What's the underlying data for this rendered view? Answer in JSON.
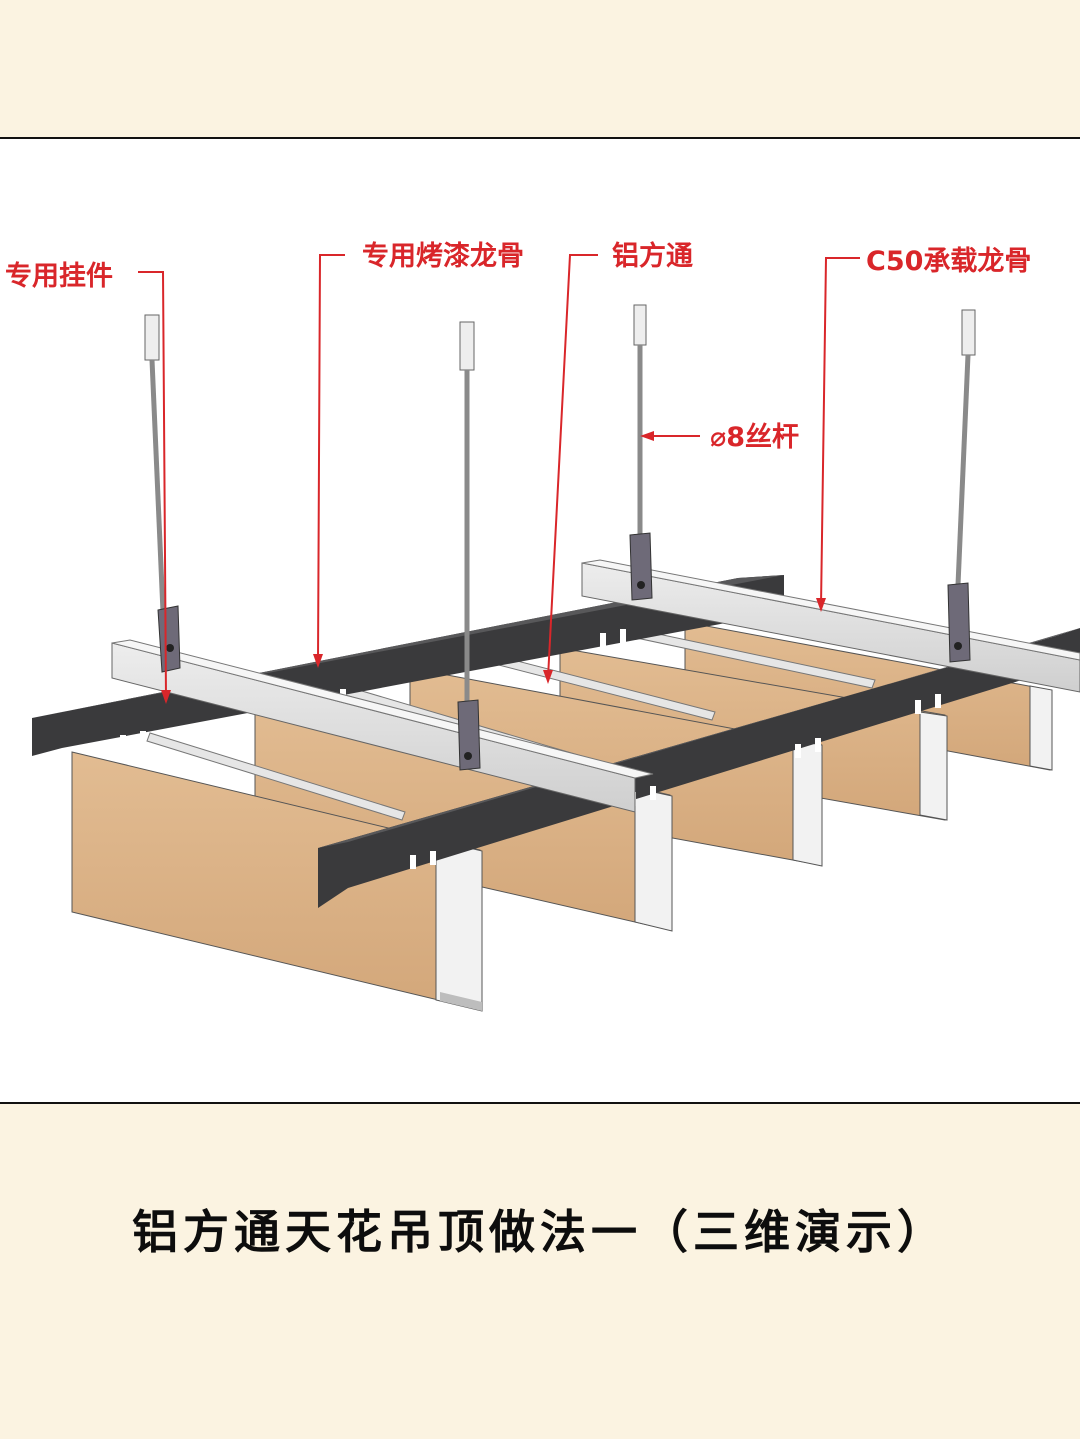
{
  "labels": {
    "hanger": "专用挂件",
    "painted_keel": "专用烤漆龙骨",
    "aluminum_tube": "铝方通",
    "rod": "⌀8丝杆",
    "c50_keel": "C50承载龙骨"
  },
  "caption": "铝方通天花吊顶做法一（三维演示）",
  "colors": {
    "background": "#FBF3E1",
    "annotation": "#D9262A",
    "panel": "#D8AF84",
    "keel": "#3A3A3C",
    "c50": "#DADADA"
  }
}
